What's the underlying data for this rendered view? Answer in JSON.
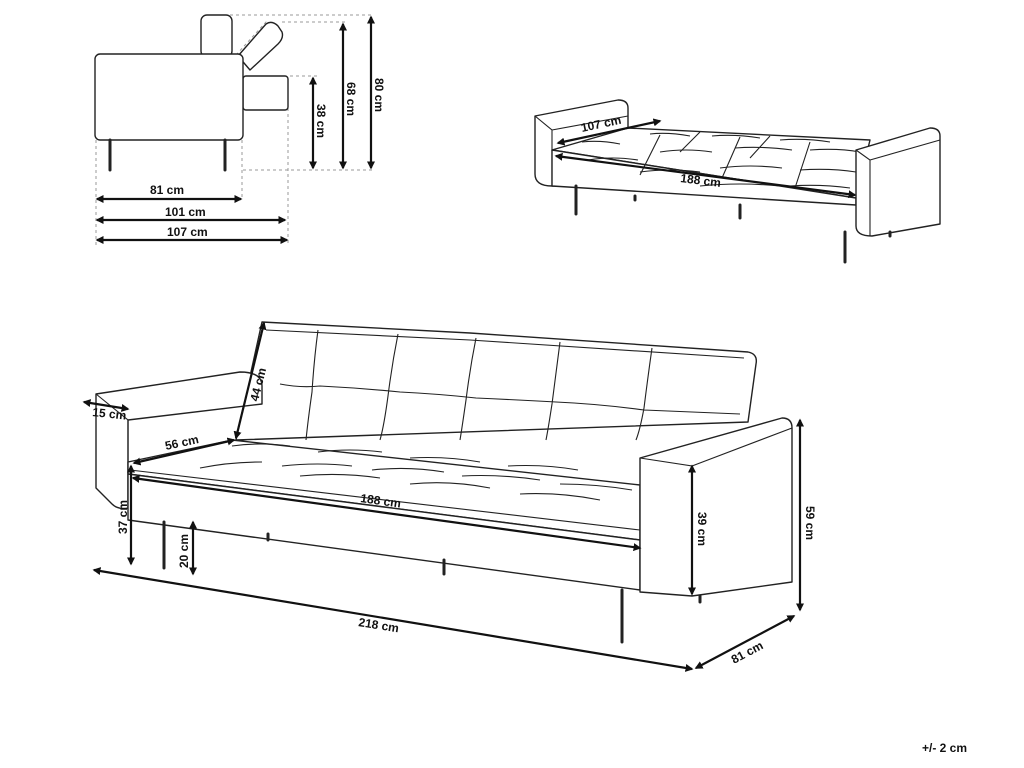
{
  "side_view": {
    "depth": "81 cm",
    "depth_open": "101 cm",
    "depth_bed": "107 cm",
    "seat_height": "38 cm",
    "back_height": "68 cm",
    "total_height": "80 cm"
  },
  "bed_view": {
    "bed_width": "107 cm",
    "bed_length": "188 cm"
  },
  "front_view": {
    "armrest_width": "15 cm",
    "seat_depth": "56 cm",
    "backrest_height": "44 cm",
    "seat_width": "188 cm",
    "seat_height": "37 cm",
    "leg_height": "20 cm",
    "armrest_height": "39 cm",
    "total_height": "59 cm",
    "total_width": "218 cm",
    "total_depth": "81 cm"
  },
  "tolerance": "+/- 2 cm"
}
